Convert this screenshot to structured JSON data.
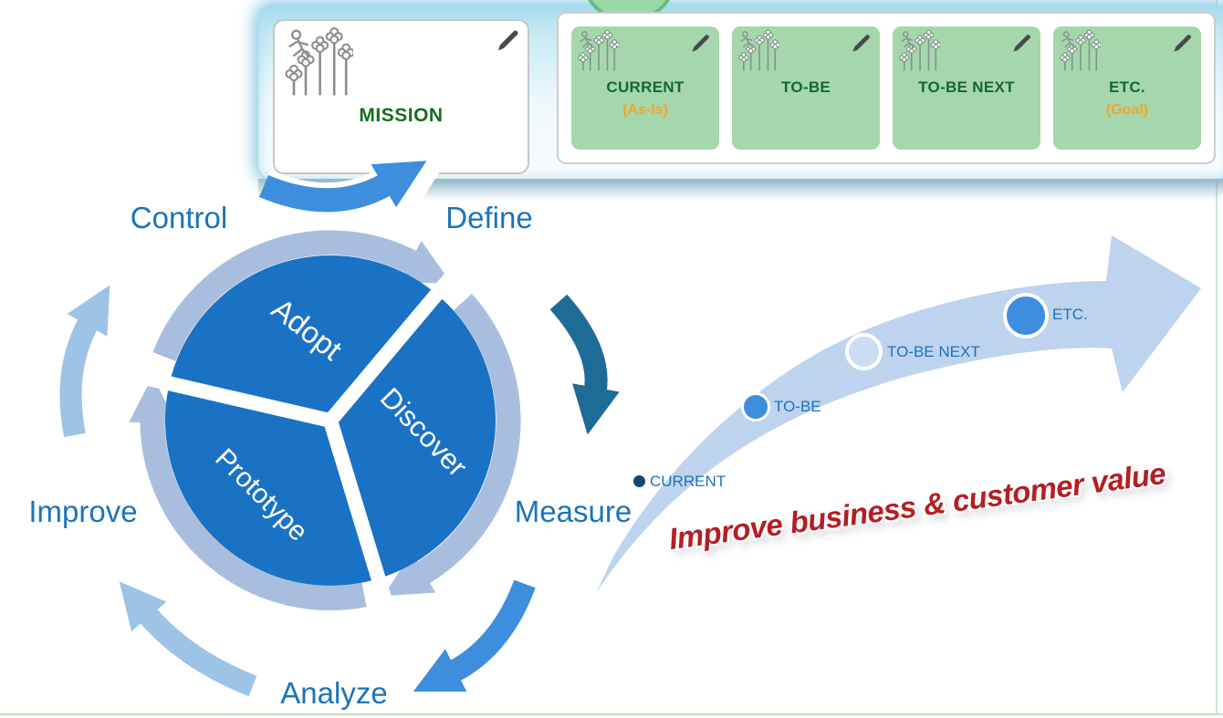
{
  "page": {
    "border_green": "#cde9cd"
  },
  "top_panel": {
    "mission_card": {
      "title": "MISSION",
      "icon": "growth-doodle-icon",
      "edit_icon": "pencil-icon"
    },
    "stage_cards": [
      {
        "title": "CURRENT",
        "subtitle": "(As-Is)"
      },
      {
        "title": "TO-BE",
        "subtitle": ""
      },
      {
        "title": "TO-BE NEXT",
        "subtitle": ""
      },
      {
        "title": "ETC.",
        "subtitle": "(Goal)"
      }
    ],
    "colors": {
      "stage_card_bg": "#a5d6ac",
      "title_green": "#15692a",
      "subtitle_orange": "#f0a626",
      "panel_glow_blue": "#a9dcec"
    }
  },
  "cycle": {
    "outer_labels": [
      {
        "label": "Control"
      },
      {
        "label": "Define"
      },
      {
        "label": "Measure"
      },
      {
        "label": "Analyze"
      },
      {
        "label": "Improve"
      }
    ],
    "segments": [
      {
        "label": "Adopt"
      },
      {
        "label": "Discover"
      },
      {
        "label": "Prototype"
      }
    ],
    "colors": {
      "pie_blue": "#1a72c4",
      "ring_lavender": "#a9bedf",
      "bright_arrow_blue": "#3e8ede",
      "dark_arrow_teal": "#1d6b97",
      "light_arrow_blue": "#9dc3e6",
      "label_blue": "#1b74ba"
    }
  },
  "roadmap": {
    "milestones": [
      {
        "label": "CURRENT",
        "marker": "small-navy-dot"
      },
      {
        "label": "TO-BE",
        "marker": "blue-circle"
      },
      {
        "label": "TO-BE NEXT",
        "marker": "hollow-circle"
      },
      {
        "label": "ETC.",
        "marker": "large-blue-circle"
      }
    ],
    "caption": "Improve business & customer value",
    "colors": {
      "swoosh_arrow": "#bdd3ee",
      "caption_red": "#b41e24",
      "marker_blue": "#3e8ede",
      "marker_navy": "#15466b"
    }
  }
}
